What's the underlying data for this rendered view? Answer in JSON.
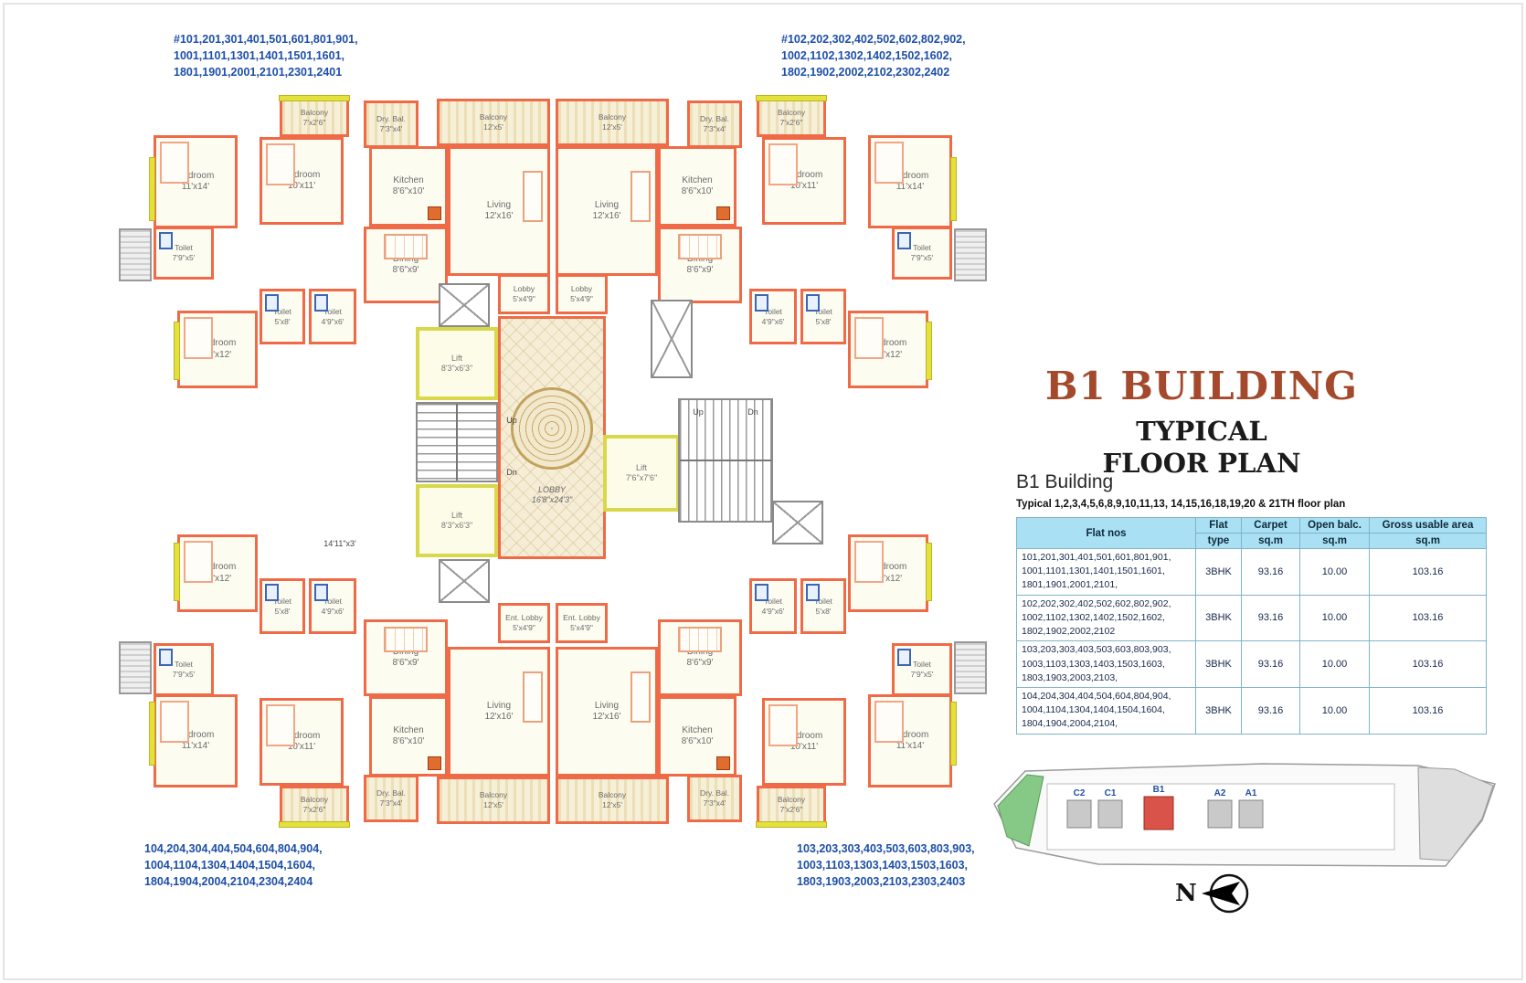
{
  "annotations": {
    "top_left": "#101,201,301,401,501,601,801,901,\n1001,1101,1301,1401,1501,1601,\n1801,1901,2001,2101,2301,2401",
    "top_right": "#102,202,302,402,502,602,802,902,\n1002,1102,1302,1402,1502,1602,\n1802,1902,2002,2102,2302,2402",
    "bottom_left": "104,204,304,404,504,604,804,904,\n1004,1104,1304,1404,1504,1604,\n1804,1904,2004,2104,2304,2404",
    "bottom_right": "103,203,303,403,503,603,803,903,\n1003,1103,1303,1403,1503,1603,\n1803,1903,2003,2103,2303,2403"
  },
  "title_block": {
    "main": "B1 BUILDING",
    "line2": "TYPICAL",
    "line3": "FLOOR PLAN",
    "accent_color": "#a4492b"
  },
  "details": {
    "heading": "B1 Building",
    "subheading": "Typical 1,2,3,4,5,6,8,9,10,11,13, 14,15,16,18,19,20 & 21TH floor plan"
  },
  "table": {
    "col1_header": "Flat nos",
    "col_headers_top": [
      "Flat",
      "Carpet",
      "Open balc.",
      "Gross usable area"
    ],
    "col_headers_bottom": [
      "type",
      "sq.m",
      "sq.m",
      "sq.m"
    ],
    "header_bg": "#a9e0f3",
    "rows": [
      {
        "flats": "101,201,301,401,501,601,801,901,\n1001,1101,1301,1401,1501,1601,\n1801,1901,2001,2101,",
        "type": "3BHK",
        "carpet": "93.16",
        "balc": "10.00",
        "gross": "103.16"
      },
      {
        "flats": "102,202,302,402,502,602,802,902,\n1002,1102,1302,1402,1502,1602,\n1802,1902,2002,2102",
        "type": "3BHK",
        "carpet": "93.16",
        "balc": "10.00",
        "gross": "103.16"
      },
      {
        "flats": "103,203,303,403,503,603,803,903,\n1003,1103,1303,1403,1503,1603,\n1803,1903,2003,2103,",
        "type": "3BHK",
        "carpet": "93.16",
        "balc": "10.00",
        "gross": "103.16"
      },
      {
        "flats": "104,204,304,404,504,604,804,904,\n1004,1104,1304,1404,1504,1604,\n1804,1904,2004,2104,",
        "type": "3BHK",
        "carpet": "93.16",
        "balc": "10.00",
        "gross": "103.16"
      }
    ]
  },
  "site_plan": {
    "buildings": [
      {
        "label": "C2",
        "highlight": false
      },
      {
        "label": "C1",
        "highlight": false
      },
      {
        "label": "B1",
        "highlight": true
      },
      {
        "label": "A2",
        "highlight": false
      },
      {
        "label": "A1",
        "highlight": false
      }
    ],
    "highlight_color": "#d9534a"
  },
  "compass": {
    "label": "N"
  },
  "floor_plan": {
    "wall_color": "#ef6a46",
    "window_color": "#e4e13c",
    "unit_rooms": [
      {
        "id": "bedroom-11x14",
        "label": "Bedroom",
        "dims": "11'x14'",
        "type": "bedroom"
      },
      {
        "id": "bedroom-10x11",
        "label": "Bedroom",
        "dims": "10'x11'",
        "type": "bedroom"
      },
      {
        "id": "balcony-7x26",
        "label": "Balcony",
        "dims": "7'x2'6\"",
        "type": "balcony"
      },
      {
        "id": "drybal-73x4",
        "label": "Dry. Bal.",
        "dims": "7'3\"x4'",
        "type": "drybal"
      },
      {
        "id": "kitchen-86x10",
        "label": "Kitchen",
        "dims": "8'6\"x10'",
        "type": "kitchen"
      },
      {
        "id": "balcony-12x5",
        "label": "Balcony",
        "dims": "12'x5'",
        "type": "balcony"
      },
      {
        "id": "living-12x16",
        "label": "Living",
        "dims": "12'x16'",
        "type": "living"
      },
      {
        "id": "toilet-79x5",
        "label": "Toilet",
        "dims": "7'9\"x5'",
        "type": "toilet"
      },
      {
        "id": "dining-86x9",
        "label": "Dining",
        "dims": "8'6\"x9'",
        "type": "dining"
      },
      {
        "id": "toilet-5x8",
        "label": "Toilet",
        "dims": "5'x8'",
        "type": "toilet"
      },
      {
        "id": "toilet-49x6",
        "label": "Toilet",
        "dims": "4'9\"x6'",
        "type": "toilet"
      },
      {
        "id": "bedroom-11x12",
        "label": "Bedroom",
        "dims": "11'x12'",
        "type": "bedroom"
      },
      {
        "id": "lobby-5x49",
        "label": "Lobby",
        "dims": "5'x4'9\"",
        "type": "lobbysm",
        "top_only": true
      }
    ],
    "center_items": [
      {
        "id": "lift-top",
        "label": "Lift",
        "dims": "8'3\"x6'3\"",
        "type": "lift"
      },
      {
        "id": "stairs-left",
        "type": "stairs-h"
      },
      {
        "id": "lift-bottom",
        "label": "Lift",
        "dims": "8'3\"x6'3\"",
        "type": "lift"
      },
      {
        "id": "central-lobby",
        "label": "LOBBY",
        "dims": "16'8\"x24'3\"",
        "type": "clobby"
      },
      {
        "id": "lift-right",
        "label": "Lift",
        "dims": "7'6\"x7'6\"",
        "type": "lift"
      },
      {
        "id": "stairs-right",
        "type": "stairs-v"
      },
      {
        "id": "ent-lobby-left",
        "label": "Ent. Lobby",
        "dims": "5'x4'9\"",
        "type": "lobbysm"
      },
      {
        "id": "ent-lobby-right",
        "label": "Ent. Lobby",
        "dims": "5'x4'9\"",
        "type": "lobbysm"
      },
      {
        "id": "shaft-a",
        "type": "shaft"
      },
      {
        "id": "shaft-b",
        "type": "shaft"
      },
      {
        "id": "shaft-c",
        "type": "shaft"
      },
      {
        "id": "shaft-d",
        "type": "shaft"
      },
      {
        "id": "up-left",
        "label": "Up",
        "type": "ptext"
      },
      {
        "id": "dn-left",
        "label": "Dn",
        "type": "ptext"
      },
      {
        "id": "up-right",
        "label": "Up",
        "type": "ptext"
      },
      {
        "id": "dn-right",
        "label": "Dn",
        "type": "ptext"
      },
      {
        "id": "dim-note",
        "label": "14'11\"x3'",
        "type": "ptext"
      }
    ]
  }
}
